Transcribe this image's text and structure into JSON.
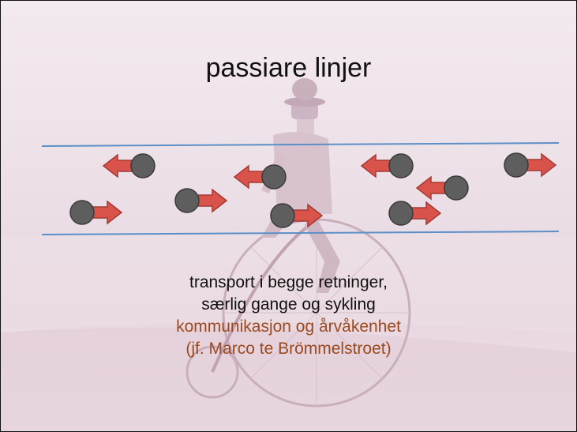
{
  "slide": {
    "title": "passiare linjer",
    "caption_lines": [
      "transport i begge retninger,",
      "særlig gange og sykling",
      "kommunikasjon og årvåkenhet",
      "(jf. Marco te Brömmelstroet)"
    ]
  },
  "colors": {
    "lane_line": "#5b8fc7",
    "arrow_fill": "#d9534a",
    "arrow_stroke": "#a23a33",
    "dot_fill": "#5e5e5e",
    "dot_stroke": "#3a3a3a",
    "accent_text": "#9b4a1e"
  },
  "icons": {
    "traveler_left": "left-moving-traveler-icon",
    "traveler_right": "right-moving-traveler-icon"
  }
}
